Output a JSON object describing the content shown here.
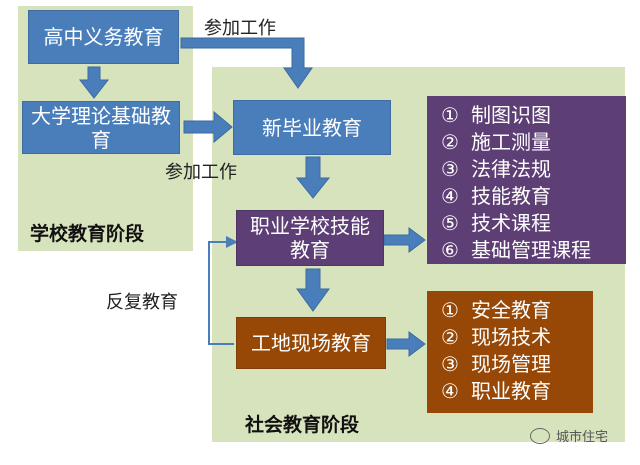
{
  "school_stage": {
    "label": "学校教育阶段",
    "high_school": "高中义务教育",
    "university": "大学理论基础教育"
  },
  "society_stage": {
    "label": "社会教育阶段",
    "new_graduate": "新毕业教育",
    "vocational_school": "职业学校技能教育",
    "site_training": "工地现场教育"
  },
  "edge_labels": {
    "join_work_top": "参加工作",
    "join_work_middle": "参加工作",
    "repeat_education": "反复教育"
  },
  "vocational_topics": [
    {
      "num": "①",
      "text": "制图识图"
    },
    {
      "num": "②",
      "text": "施工测量"
    },
    {
      "num": "③",
      "text": "法律法规"
    },
    {
      "num": "④",
      "text": "技能教育"
    },
    {
      "num": "⑤",
      "text": "技术课程"
    },
    {
      "num": "⑥",
      "text": "基础管理课程"
    }
  ],
  "site_topics": [
    {
      "num": "①",
      "text": "安全教育"
    },
    {
      "num": "②",
      "text": "现场技术"
    },
    {
      "num": "③",
      "text": "现场管理"
    },
    {
      "num": "④",
      "text": "职业教育"
    }
  ],
  "watermark": "城市住宅",
  "colors": {
    "panel": "#d6e3bd",
    "blue": "#4a7ebb",
    "purple": "#5d3f75",
    "brown": "#974806",
    "arrow": "#4a7ebb"
  }
}
